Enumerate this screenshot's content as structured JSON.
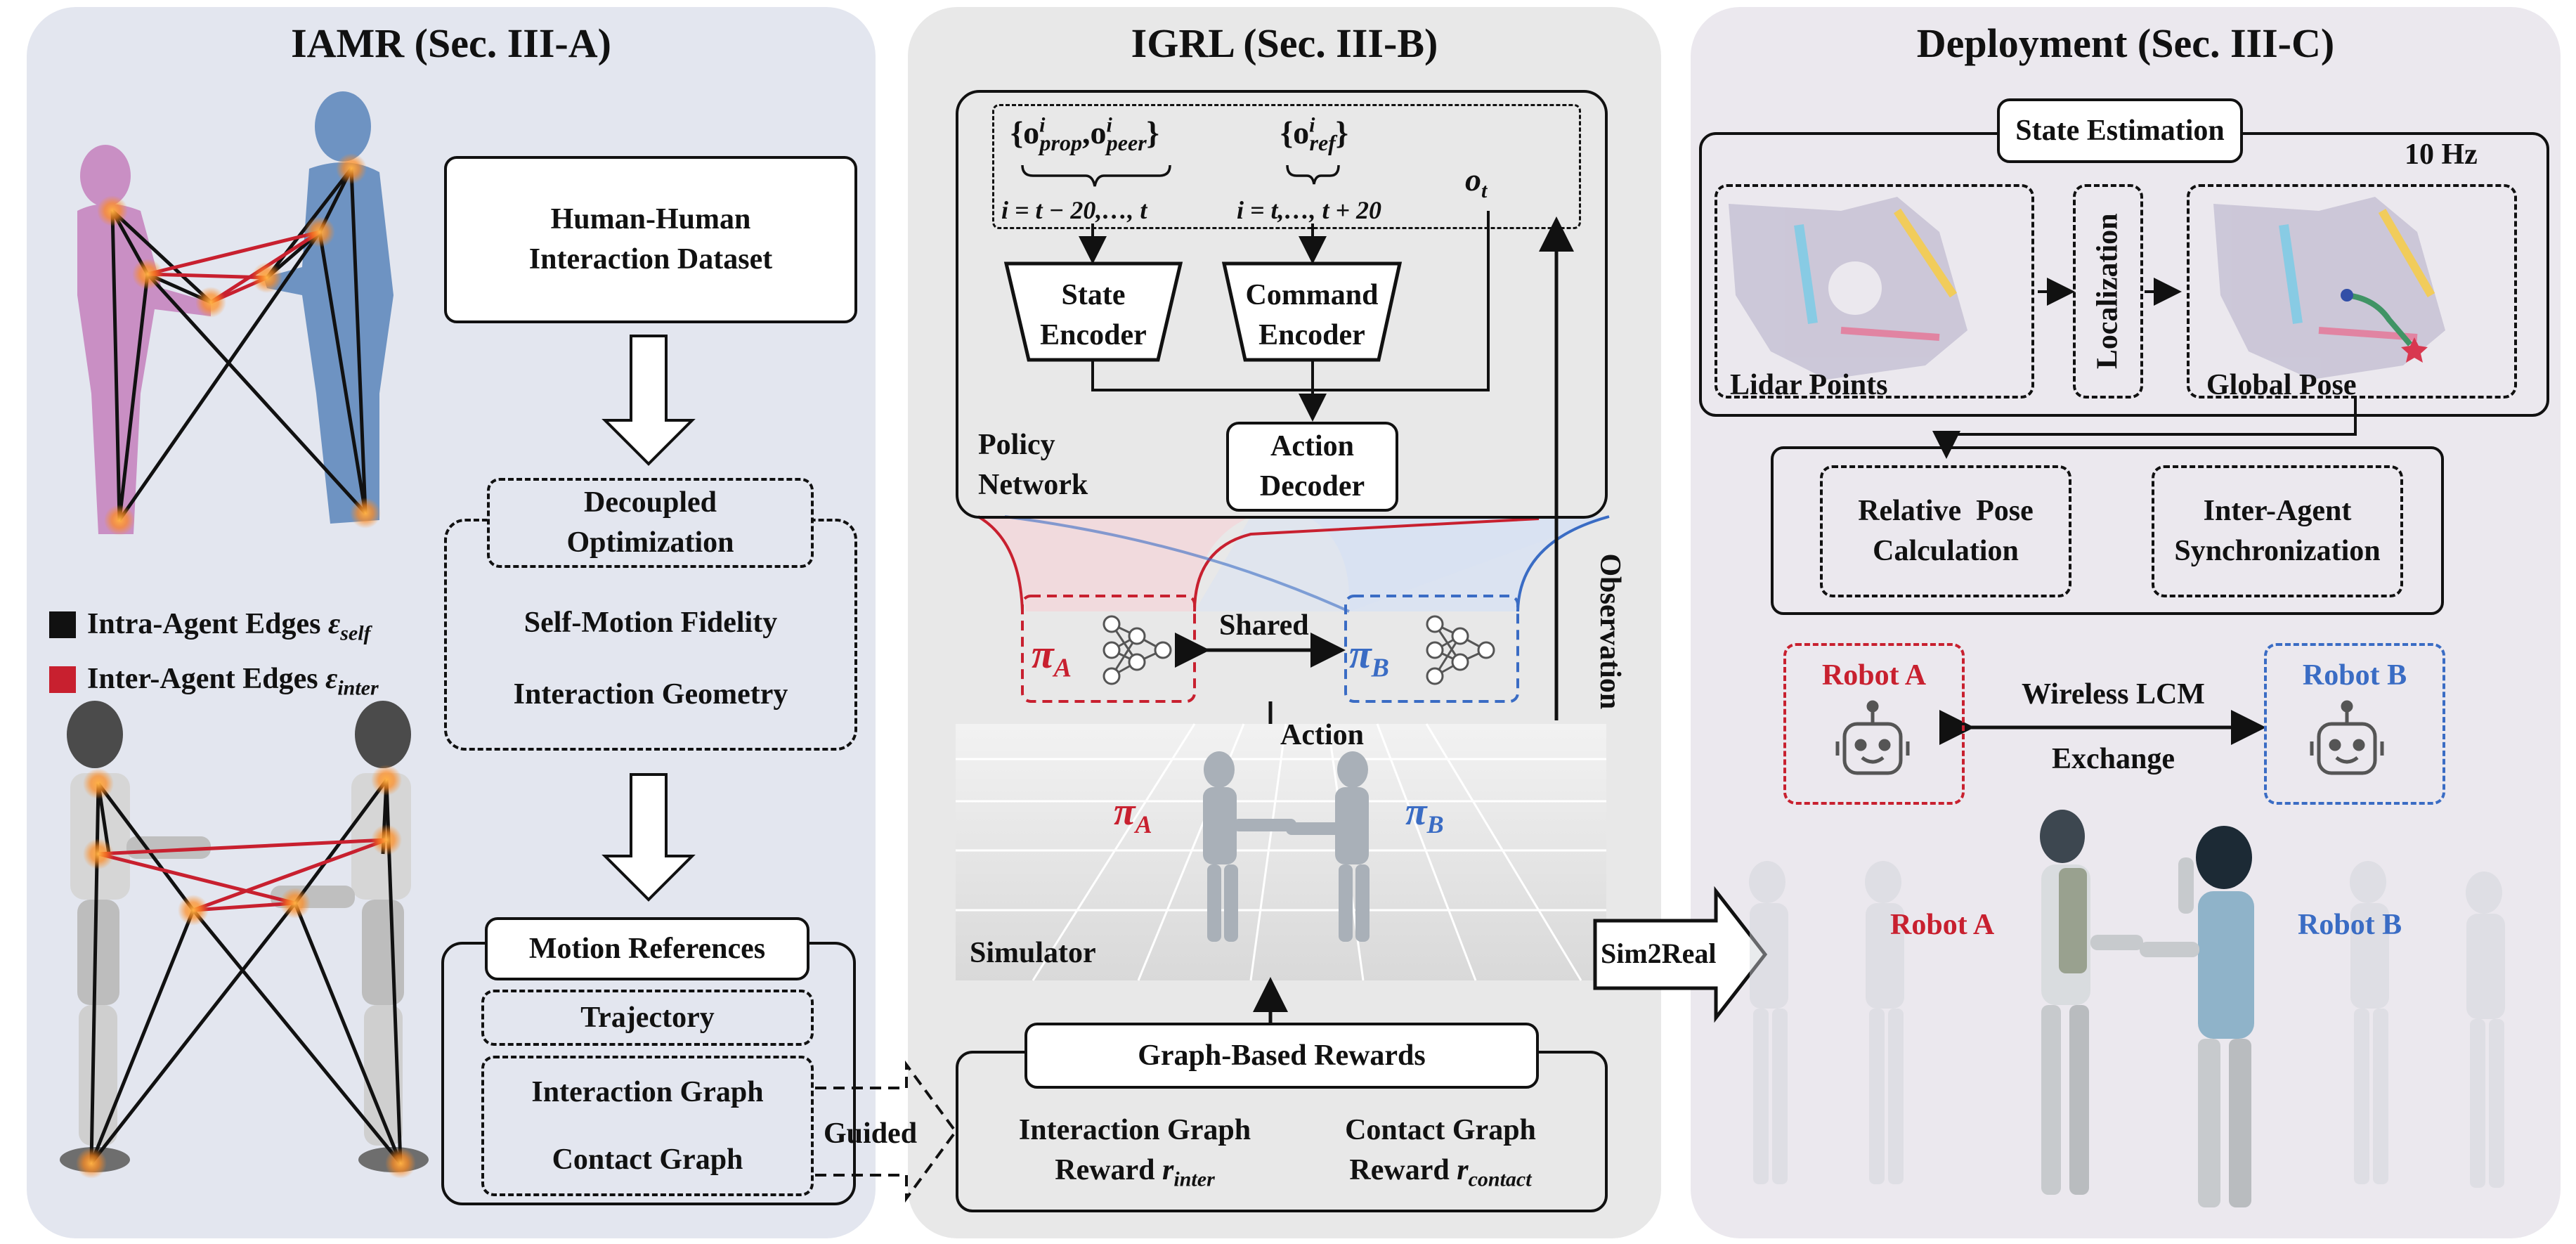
{
  "iamr": {
    "title": "IAMR (Sec. III-A)",
    "dataset_box": [
      "Human-Human",
      "Interaction Dataset"
    ],
    "decoupled_box": [
      "Decoupled",
      "Optimization"
    ],
    "self_motion": "Self-Motion Fidelity",
    "interaction_geometry": "Interaction Geometry",
    "legend_intra": "Intra-Agent Edges",
    "legend_intra_sym": "ε",
    "legend_intra_sub": "self",
    "legend_inter": "Inter-Agent Edges",
    "legend_inter_sym": "ε",
    "legend_inter_sub": "inter",
    "motion_refs": "Motion References",
    "trajectory": "Trajectory",
    "interaction_graph": "Interaction Graph",
    "contact_graph": "Contact Graph",
    "guided": "Guided"
  },
  "igrl": {
    "title": "IGRL (Sec. III-B)",
    "obs_left": "{o",
    "obs_left_sub1": "prop",
    "obs_left_mid": ",o",
    "obs_left_sub2": "peer",
    "obs_left_close": "}",
    "obs_sup": "i",
    "obs_ref": "{o",
    "obs_ref_sub": "ref",
    "obs_ref_close": "}",
    "range_left": "i = t − 20,…, t",
    "range_right": "i = t,…, t + 20",
    "o_t": "o",
    "o_t_sub": "t",
    "state_encoder": [
      "State",
      "Encoder"
    ],
    "command_encoder": [
      "Command",
      "Encoder"
    ],
    "policy_network": [
      "Policy",
      "Network"
    ],
    "action_decoder": [
      "Action",
      "Decoder"
    ],
    "pi_a": "π",
    "pi_a_sub": "A",
    "pi_b": "π",
    "pi_b_sub": "B",
    "shared": "Shared",
    "action": "Action",
    "observation": "Observation",
    "simulator": "Simulator",
    "graph_rewards": "Graph-Based Rewards",
    "reward_inter": [
      "Interaction Graph",
      "Reward "
    ],
    "reward_inter_sym": "r",
    "reward_inter_sub": "inter",
    "reward_contact": [
      "Contact Graph",
      "Reward "
    ],
    "reward_contact_sym": "r",
    "reward_contact_sub": "contact",
    "sim2real": "Sim2Real"
  },
  "deploy": {
    "title": "Deployment (Sec. III-C)",
    "state_estimation": "State Estimation",
    "rate": "10 Hz",
    "lidar_points": "Lidar Points",
    "localization": "Localization",
    "global_pose": "Global Pose",
    "relative_pose": [
      "Relative  Pose",
      "Calculation"
    ],
    "sync": [
      "Inter-Agent",
      "Synchronization"
    ],
    "robot_a": "Robot A",
    "robot_b": "Robot B",
    "wireless": [
      "Wireless LCM",
      "Exchange"
    ],
    "photo_robot_a": "Robot A",
    "photo_robot_b": "Robot B"
  },
  "colors": {
    "red": "#c8202f",
    "blue": "#3a6cc4",
    "panel_left": "#e3e6ef",
    "panel_mid": "#e8e8e8",
    "panel_right": "#ebe8ee"
  }
}
